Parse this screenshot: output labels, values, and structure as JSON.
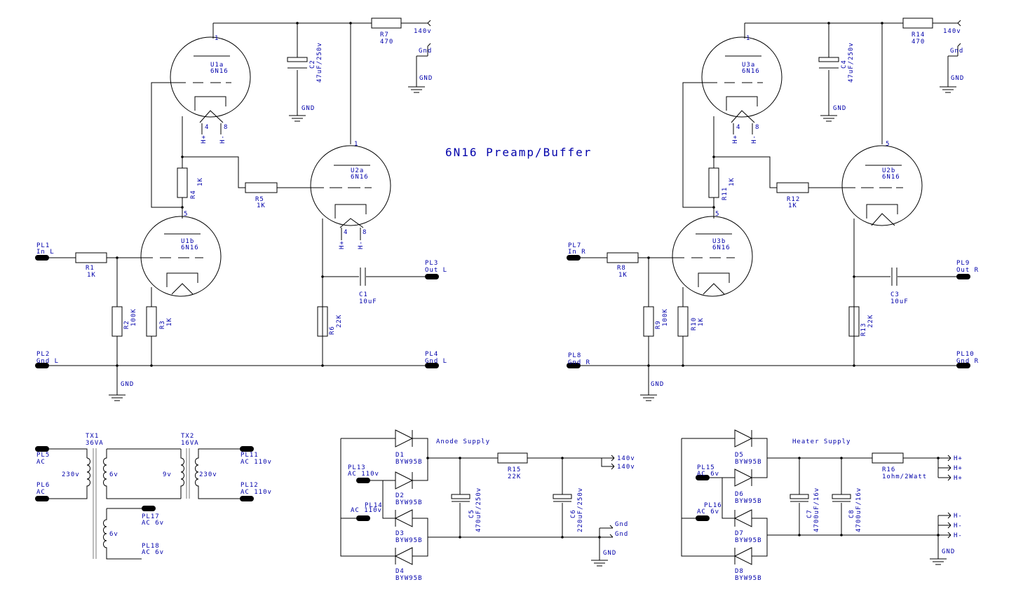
{
  "title": "6N16 Preamp/Buffer",
  "colors": {
    "wire": "#000000",
    "label": "#0000aa",
    "background": "#ffffff"
  },
  "left": {
    "R7": [
      "R7",
      "470"
    ],
    "C2": [
      "C2",
      "47uF/250v"
    ],
    "U1a": [
      "U1a",
      "6N16"
    ],
    "U2a": [
      "U2a",
      "6N16"
    ],
    "U1b": [
      "U1b",
      "6N16"
    ],
    "R4": [
      "R4",
      "1K"
    ],
    "R5": [
      "R5",
      "1K"
    ],
    "R1": [
      "R1",
      "1K"
    ],
    "R2": [
      "R2",
      "100K"
    ],
    "R3": [
      "R3",
      "1K"
    ],
    "R6": [
      "R6",
      "22K"
    ],
    "C1": [
      "C1",
      "10uF"
    ],
    "pin_top1": "1",
    "pin_top2": "1",
    "pin_mid": "5",
    "heater1": [
      "4",
      "8"
    ],
    "heater2": [
      "4",
      "8"
    ],
    "hplus": "H+",
    "hminus": "H-",
    "v140": "140v",
    "gnd_cap": "Gnd",
    "gnd": "GND",
    "PL1": [
      "PL1",
      "In L"
    ],
    "PL2": [
      "PL2",
      "Gnd L"
    ],
    "PL3": [
      "PL3",
      "Out L"
    ],
    "PL4": [
      "PL4",
      "Gnd L"
    ]
  },
  "right": {
    "R14": [
      "R14",
      "470"
    ],
    "C4": [
      "C4",
      "47uF/250v"
    ],
    "U3a": [
      "U3a",
      "6N16"
    ],
    "U2b": [
      "U2b",
      "6N16"
    ],
    "U3b": [
      "U3b",
      "6N16"
    ],
    "R11": [
      "R11",
      "1K"
    ],
    "R12": [
      "R12",
      "1K"
    ],
    "R8": [
      "R8",
      "1K"
    ],
    "R9": [
      "R9",
      "100K"
    ],
    "R10": [
      "R10",
      "1K"
    ],
    "R13": [
      "R13",
      "22K"
    ],
    "C3": [
      "C3",
      "10uF"
    ],
    "pin_top1": "1",
    "pin_top2": "5",
    "pin_mid": "5",
    "heater1": [
      "4",
      "8"
    ],
    "hplus": "H+",
    "hminus": "H-",
    "v140": "140v",
    "gnd_cap": "Gnd",
    "gnd": "GND",
    "PL7": [
      "PL7",
      "In R"
    ],
    "PL8": [
      "PL8",
      "Gnd R"
    ],
    "PL9": [
      "PL9",
      "Out R"
    ],
    "PL10": [
      "PL10",
      "Gnd R"
    ]
  },
  "transformers": {
    "TX1": [
      "TX1",
      "36VA"
    ],
    "TX2": [
      "TX2",
      "16VA"
    ],
    "PL5": [
      "PL5",
      "AC"
    ],
    "PL6": [
      "PL6",
      "AC"
    ],
    "PL11": [
      "PL11",
      "AC 110v"
    ],
    "PL12": [
      "PL12",
      "AC 110v"
    ],
    "PL17": [
      "PL17",
      "AC 6v"
    ],
    "PL18": [
      "PL18",
      "AC 6v"
    ],
    "w230a": "230v",
    "w6a": "6v",
    "w9": "9v",
    "w230b": "230v",
    "w6b": "6v"
  },
  "anode": {
    "label": "Anode Supply",
    "PL13": [
      "PL13",
      "AC 110v"
    ],
    "PL14": [
      "PL14",
      "AC 110v"
    ],
    "D1": [
      "D1",
      "BYW95B"
    ],
    "D2": [
      "D2",
      "BYW95B"
    ],
    "D3": [
      "D3",
      "BYW95B"
    ],
    "D4": [
      "D4",
      "BYW95B"
    ],
    "R15": [
      "R15",
      "22K"
    ],
    "C5": [
      "C5",
      "470uF/250v"
    ],
    "C6": [
      "C6",
      "220uF/250v"
    ],
    "out1": "140v",
    "out2": "140v",
    "g1": "Gnd",
    "g2": "Gnd",
    "gnd": "GND"
  },
  "heater": {
    "label": "Heater Supply",
    "PL15": [
      "PL15",
      "AC 6v"
    ],
    "PL16": [
      "PL16",
      "AC 6v"
    ],
    "D5": [
      "D5",
      "BYW95B"
    ],
    "D6": [
      "D6",
      "BYW95B"
    ],
    "D7": [
      "D7",
      "BYW95B"
    ],
    "D8": [
      "D8",
      "BYW95B"
    ],
    "R16": [
      "R16",
      "1ohm/2Watt"
    ],
    "C7": [
      "C7",
      "4700uF/16v"
    ],
    "C8": [
      "C8",
      "4700uF/16v"
    ],
    "hp": [
      "H+",
      "H+",
      "H+"
    ],
    "hm": [
      "H-",
      "H-",
      "H-"
    ],
    "gnd": "GND"
  }
}
